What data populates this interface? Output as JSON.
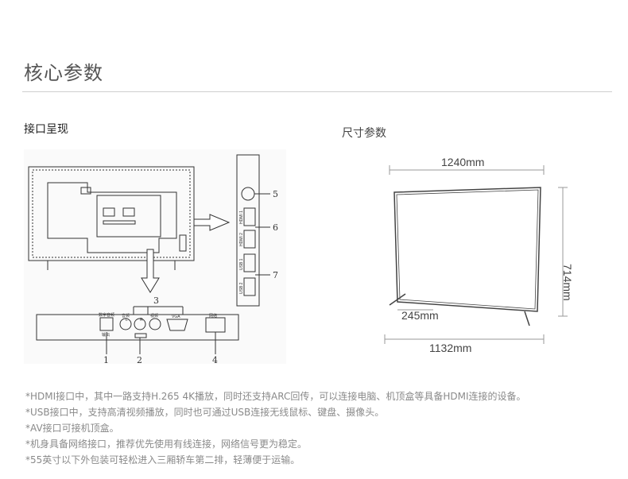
{
  "page": {
    "title": "核心参数",
    "interface_heading": "接口呈现",
    "dimension_heading": "尺寸参数"
  },
  "interface_diagram": {
    "callouts": [
      "1",
      "2",
      "3",
      "4",
      "5",
      "6",
      "7"
    ],
    "side_ports": [
      "HDMI 1",
      "HDMI 2",
      "USB 1",
      "USB 2"
    ],
    "bottom_ports": [
      "数字音频",
      "输出",
      "音频",
      "L",
      "R",
      "视频",
      "VGA",
      "网络"
    ]
  },
  "dimensions": {
    "width": "1240mm",
    "height": "714mm",
    "stand_depth": "245mm",
    "stand_width": "1132mm"
  },
  "notes": [
    "*HDMI接口中，其中一路支持H.265 4K播放，同时还支持ARC回传，可以连接电脑、机顶盒等具备HDMI连接的设备。",
    "*USB接口中，支持高清视频播放，同时也可通过USB连接无线鼠标、键盘、摄像头。",
    "*AV接口可接机顶盒。",
    "*机身具备网络接口，推荐优先使用有线连接，网络信号更为稳定。",
    "*55英寸以下外包装可轻松进入三厢轿车第二排，轻薄便于运输。"
  ]
}
